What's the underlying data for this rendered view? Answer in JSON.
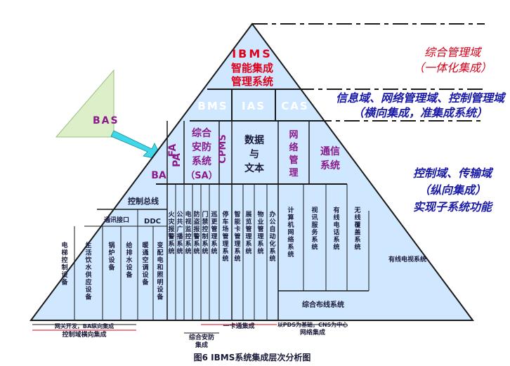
{
  "domains": {
    "top": {
      "line1": "综合管理域",
      "line2": "（一体化集成）"
    },
    "middle": {
      "line1": "信息域、网络管理域、控制管理域",
      "line2": "（横向集成，准集成系统）"
    },
    "bottom": {
      "line1": "控制域、传输域",
      "line2": "（纵向集成）",
      "line3": "实现子系统功能"
    }
  },
  "apex": {
    "line1": "IBMS",
    "line2": "智能集成",
    "line3": "管理系统"
  },
  "tier2": {
    "bms": "BMS",
    "ias": "IAS",
    "cas": "CAS"
  },
  "bas_note": "BAS",
  "tier3": {
    "ba": "BA",
    "fa": "FA",
    "pa": "PA",
    "sa": [
      "综合",
      "安防",
      "系统",
      "（SA）"
    ],
    "cpms": "CPMS",
    "data_text": [
      "数据",
      "与",
      "文本"
    ],
    "network_mgmt": [
      "网",
      "络",
      "管",
      "理"
    ],
    "comm": [
      "通信",
      "系统"
    ]
  },
  "bus": {
    "control_bus": "控制总线",
    "comm_interface": "通讯接口",
    "ddc": "DDC"
  },
  "subsystems": [
    "电梯控制设备",
    "生活饮水供应设备",
    "锅炉设备",
    "给排水设备",
    "暖通空调设备",
    "变配电和照明设备",
    "火灾报警系统",
    "公共广播系统",
    "电视监控系统",
    "防盗报警系统",
    "门禁控制系统",
    "巡更管理系统",
    "停车场管理系统",
    "智能卡管理系统",
    "展览管理系统",
    "物业管理系统",
    "办公自动化系统",
    "计算机网络系统",
    "视讯服务系统",
    "有线电话系统",
    "无线覆盖系统",
    "有线电视系统"
  ],
  "cabling": "综合布线系统",
  "bottom_labels": {
    "gateway": "网关开发，BA纵向集成",
    "horizontal": "控制域横向集成",
    "security": "综合安防",
    "security2": "集成",
    "card": "一卡通集成",
    "pds": "以PDS为基础，CNS为中心",
    "network": "网络集成"
  },
  "caption": "图6 IBMS系统集成层次分析图",
  "colors": {
    "fill": "#cfe8ff",
    "edge": "#1a1a1a",
    "red": "#e0001a",
    "purple": "#8a1a8a",
    "blue": "#1a1aa8",
    "bas_fill": "#dcefc8",
    "arrow": "#3ed8e8"
  }
}
